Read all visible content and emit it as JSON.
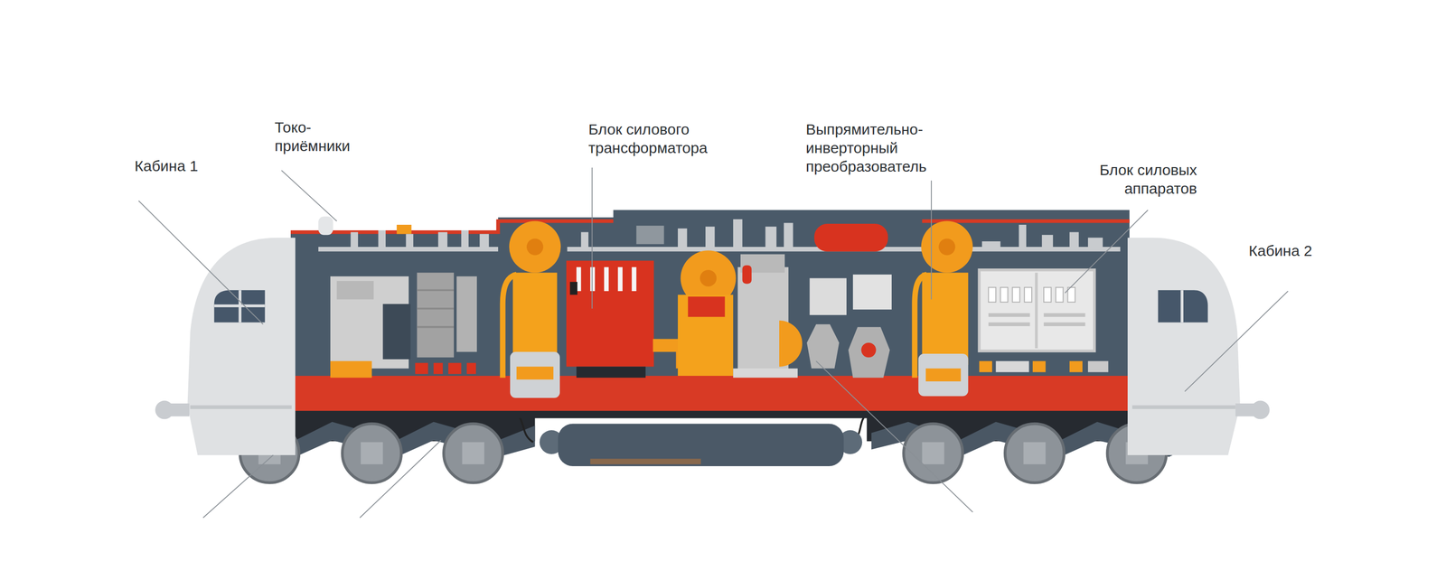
{
  "diagram": {
    "labels": [
      "Кабина 1",
      "Токо- приёмники",
      "Блок силового трансформатора",
      "Выпрямительно- инверторный преобразователь",
      "Блок силовых аппаратов",
      "Кабина 2"
    ]
  }
}
